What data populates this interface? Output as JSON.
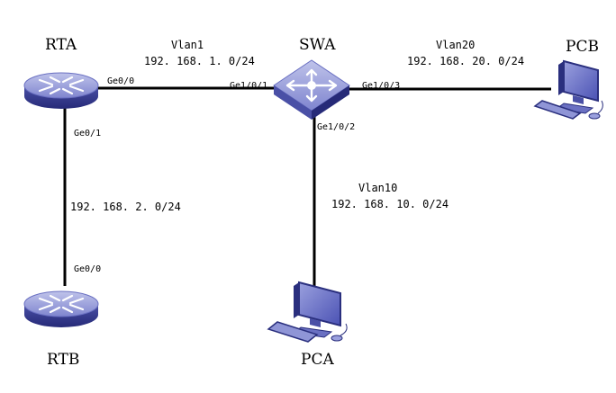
{
  "devices": {
    "rta": "RTA",
    "rtb": "RTB",
    "swa": "SWA",
    "pca": "PCA",
    "pcb": "PCB"
  },
  "links": {
    "rta_swa": {
      "vlan": "Vlan1",
      "subnet": "192. 168. 1. 0/24",
      "rta_port": "Ge0/0",
      "swa_port": "Ge1/0/1"
    },
    "rta_rtb": {
      "subnet": "192. 168. 2. 0/24",
      "rta_port": "Ge0/1",
      "rtb_port": "Ge0/0"
    },
    "swa_pca": {
      "vlan": "Vlan10",
      "subnet": "192. 168. 10. 0/24",
      "swa_port": "Ge1/0/2"
    },
    "swa_pcb": {
      "vlan": "Vlan20",
      "subnet": "192. 168. 20. 0/24",
      "swa_port": "Ge1/0/3"
    }
  },
  "icons": {
    "router": "router-icon",
    "switch": "switch-icon",
    "pc": "pc-icon"
  },
  "colors": {
    "device_light": "#a7abde",
    "device_mid": "#6a70c2",
    "device_dark": "#2a2f7e",
    "link": "#000000"
  }
}
